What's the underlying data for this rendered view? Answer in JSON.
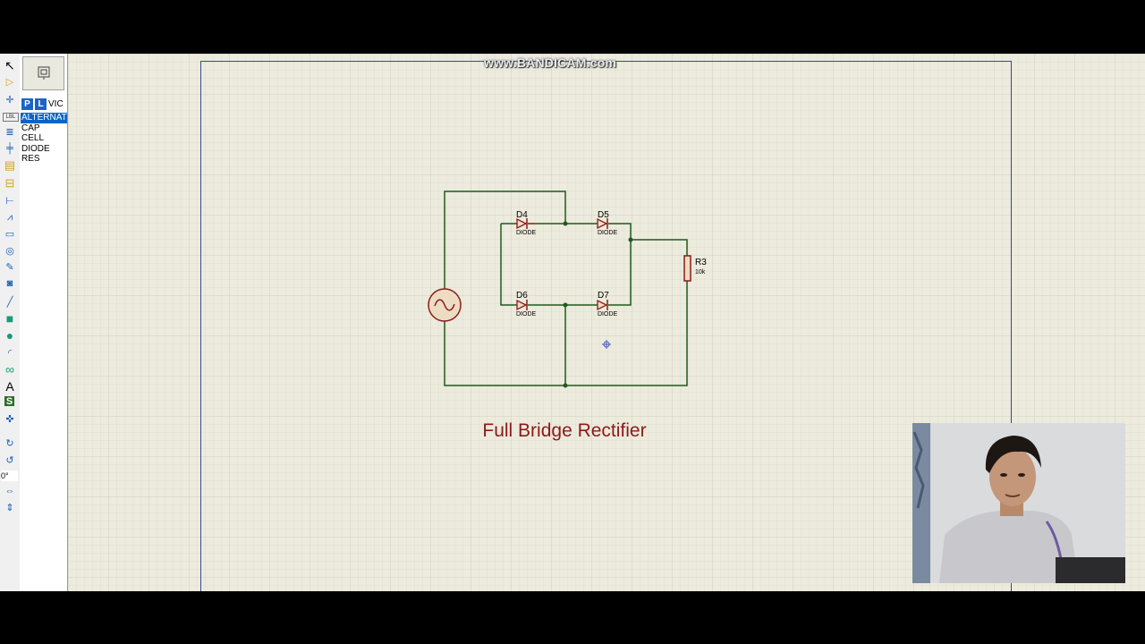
{
  "watermark": "www.BANDICAM.com",
  "toolbar": {
    "tools": [
      {
        "name": "selection-mode-icon",
        "glyph": "↖"
      },
      {
        "name": "component-mode-icon",
        "glyph": "▷"
      },
      {
        "name": "junction-dot-icon",
        "glyph": "✛"
      },
      {
        "name": "wire-label-icon",
        "glyph": "LBL"
      },
      {
        "name": "text-script-icon",
        "glyph": "≣"
      },
      {
        "name": "buses-icon",
        "glyph": "╪"
      },
      {
        "name": "subcircuit-icon",
        "glyph": "▤"
      },
      {
        "name": "terminals-icon",
        "glyph": "⊟"
      },
      {
        "name": "device-pins-icon",
        "glyph": "⊢"
      },
      {
        "name": "graph-icon",
        "glyph": "⩘"
      },
      {
        "name": "tape-recorder-icon",
        "glyph": "▭"
      },
      {
        "name": "generator-icon",
        "glyph": "◎"
      },
      {
        "name": "voltage-probe-icon",
        "glyph": "✎"
      },
      {
        "name": "virtual-instruments-icon",
        "glyph": "◙"
      },
      {
        "name": "line-icon",
        "glyph": "╱"
      },
      {
        "name": "box-icon",
        "glyph": "■"
      },
      {
        "name": "circle-icon",
        "glyph": "●"
      },
      {
        "name": "arc-icon",
        "glyph": "◜"
      },
      {
        "name": "path-icon",
        "glyph": "∞"
      },
      {
        "name": "text-icon",
        "glyph": "A"
      },
      {
        "name": "symbol-icon",
        "glyph": "S"
      },
      {
        "name": "marker-icon",
        "glyph": "✜"
      },
      {
        "name": "rotate-clockwise-icon",
        "glyph": "↻"
      },
      {
        "name": "rotate-anticlockwise-icon",
        "glyph": "↺"
      },
      {
        "name": "mirror-horizontal-icon",
        "glyph": "⇔"
      },
      {
        "name": "mirror-vertical-icon",
        "glyph": "⇕"
      }
    ],
    "rotation": "0°"
  },
  "device_panel": {
    "p_button": "P",
    "l_button": "L",
    "label": "VIC",
    "devices": [
      "ALTERNAT",
      "CAP",
      "CELL",
      "DIODE",
      "RES"
    ],
    "selected_index": 0
  },
  "schematic": {
    "components": [
      {
        "ref": "D4",
        "value": "DIODE"
      },
      {
        "ref": "D5",
        "value": "DIODE"
      },
      {
        "ref": "D6",
        "value": "DIODE"
      },
      {
        "ref": "D7",
        "value": "DIODE"
      },
      {
        "ref": "R3",
        "value": "10k"
      }
    ],
    "title": "Full Bridge Rectifier"
  },
  "colors": {
    "wire": "#1f5a1f",
    "component": "#8c1b1b",
    "grid_fine": "#dcdccb",
    "grid_major": "#d0d0bd",
    "sheet_border": "#3a4a9a",
    "title": "#8b1a1a"
  }
}
